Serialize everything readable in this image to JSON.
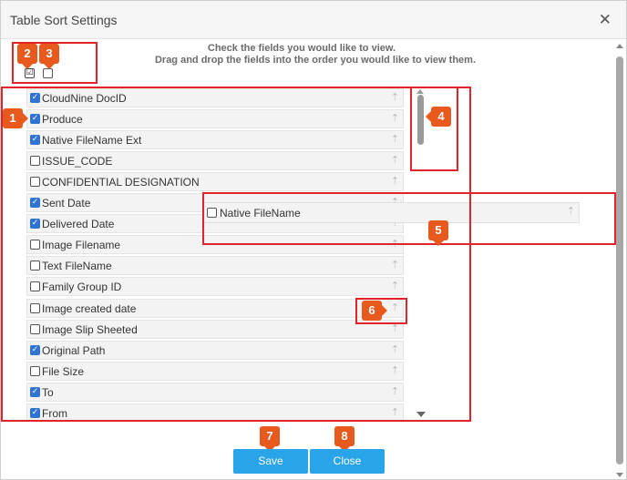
{
  "dialog": {
    "title": "Table Sort Settings",
    "close_icon": "close-icon"
  },
  "instructions": {
    "line1": "Check the fields you would like to view.",
    "line2": "Drag and drop the fields into the order you would like to view them."
  },
  "toggles": {
    "select_all_glyph": "☑",
    "deselect_all_glyph": ""
  },
  "fields": [
    {
      "label": "CloudNine DocID",
      "checked": true
    },
    {
      "label": "Produce",
      "checked": true
    },
    {
      "label": "Native FileName Ext",
      "checked": true
    },
    {
      "label": "ISSUE_CODE",
      "checked": false
    },
    {
      "label": "CONFIDENTIAL DESIGNATION",
      "checked": false
    },
    {
      "label": "Sent Date",
      "checked": true
    },
    {
      "label": "Delivered Date",
      "checked": true
    },
    {
      "label": "Image Filename",
      "checked": false
    },
    {
      "label": "Text FileName",
      "checked": false
    },
    {
      "label": "Family Group ID",
      "checked": false
    },
    {
      "label": "Image created date",
      "checked": false
    },
    {
      "label": "Image Slip Sheeted",
      "checked": false
    },
    {
      "label": "Original Path",
      "checked": true
    },
    {
      "label": "File Size",
      "checked": false
    },
    {
      "label": "To",
      "checked": true
    },
    {
      "label": "From",
      "checked": true
    }
  ],
  "dragging": {
    "label": "Native FileName",
    "checked": false
  },
  "row_arrow_glyph": "⇡",
  "check_glyph": "✓",
  "badges": [
    "1",
    "2",
    "3",
    "4",
    "5",
    "6",
    "7",
    "8"
  ],
  "buttons": {
    "save": "Save",
    "close": "Close"
  },
  "colors": {
    "accent": "#2aa4e8",
    "annotation": "#e0242a",
    "badge": "#e8591e",
    "checkbox": "#2f74d0"
  }
}
